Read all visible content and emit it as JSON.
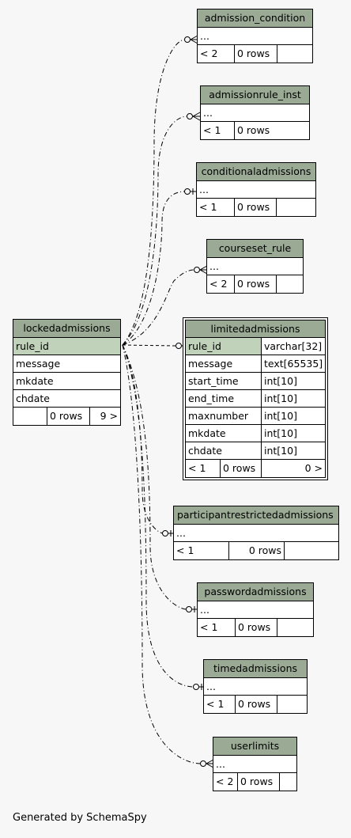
{
  "tables": {
    "admission_condition": {
      "name": "admission_condition",
      "placeholder": "...",
      "children": "< 2",
      "rows": "0 rows"
    },
    "admissionrule_inst": {
      "name": "admissionrule_inst",
      "placeholder": "...",
      "children": "< 1",
      "rows": "0 rows"
    },
    "conditionaladmissions": {
      "name": "conditionaladmissions",
      "placeholder": "...",
      "children": "< 1",
      "rows": "0 rows"
    },
    "courseset_rule": {
      "name": "courseset_rule",
      "placeholder": "...",
      "children": "< 2",
      "rows": "0 rows"
    },
    "lockedadmissions": {
      "name": "lockedadmissions",
      "columns": [
        "rule_id",
        "message",
        "mkdate",
        "chdate"
      ],
      "rows": "0 rows",
      "parents": "9 >"
    },
    "limitedadmissions": {
      "name": "limitedadmissions",
      "columns": [
        {
          "name": "rule_id",
          "type": "varchar[32]"
        },
        {
          "name": "message",
          "type": "text[65535]"
        },
        {
          "name": "start_time",
          "type": "int[10]"
        },
        {
          "name": "end_time",
          "type": "int[10]"
        },
        {
          "name": "maxnumber",
          "type": "int[10]"
        },
        {
          "name": "mkdate",
          "type": "int[10]"
        },
        {
          "name": "chdate",
          "type": "int[10]"
        }
      ],
      "children": "< 1",
      "rows": "0 rows",
      "parents": "0 >"
    },
    "participantrestrictedadmissions": {
      "name": "participantrestrictedadmissions",
      "placeholder": "...",
      "children": "< 1",
      "rows": "0 rows"
    },
    "passwordadmissions": {
      "name": "passwordadmissions",
      "placeholder": "...",
      "children": "< 1",
      "rows": "0 rows"
    },
    "timedadmissions": {
      "name": "timedadmissions",
      "placeholder": "...",
      "children": "< 1",
      "rows": "0 rows"
    },
    "userlimits": {
      "name": "userlimits",
      "placeholder": "...",
      "children": "< 2",
      "rows": "0 rows"
    }
  },
  "footer_text": "Generated by SchemaSpy"
}
